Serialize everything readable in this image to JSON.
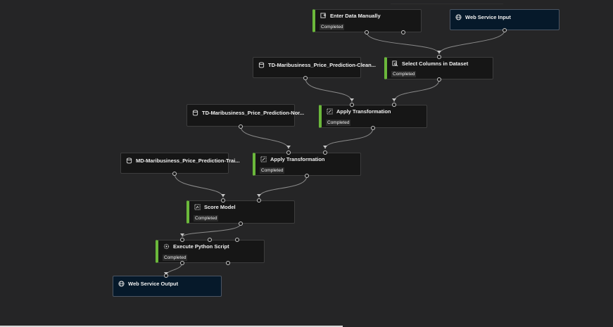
{
  "nodes": {
    "enter_data": {
      "title": "Enter Data Manually",
      "status": "Completed",
      "icon": "enter-data-icon"
    },
    "web_input": {
      "title": "Web Service Input",
      "icon": "globe-icon"
    },
    "td_clean": {
      "title": "TD-Maribusiness_Price_Prediction-Clean...",
      "icon": "dataset-icon"
    },
    "select_columns": {
      "title": "Select Columns in Dataset",
      "status": "Completed",
      "icon": "select-columns-icon"
    },
    "td_nor": {
      "title": "TD-Maribusiness_Price_Prediction-Nor...",
      "icon": "dataset-icon"
    },
    "apply_transform_1": {
      "title": "Apply Transformation",
      "status": "Completed",
      "icon": "transform-icon"
    },
    "md_trai": {
      "title": "MD-Maribusiness_Price_Prediction-Trai...",
      "icon": "dataset-icon"
    },
    "apply_transform_2": {
      "title": "Apply Transformation",
      "status": "Completed",
      "icon": "transform-icon"
    },
    "score_model": {
      "title": "Score Model",
      "status": "Completed",
      "icon": "score-icon"
    },
    "execute_python": {
      "title": "Execute Python Script",
      "status": "Completed",
      "icon": "python-icon"
    },
    "web_output": {
      "title": "Web Service Output",
      "icon": "globe-icon"
    }
  },
  "colors": {
    "canvas": "#252526",
    "node": "#161616",
    "node_border": "#3d3d3d",
    "status_accent": "#6bb83b",
    "web_node": "#06192a",
    "wire": "#8a8a8a"
  }
}
